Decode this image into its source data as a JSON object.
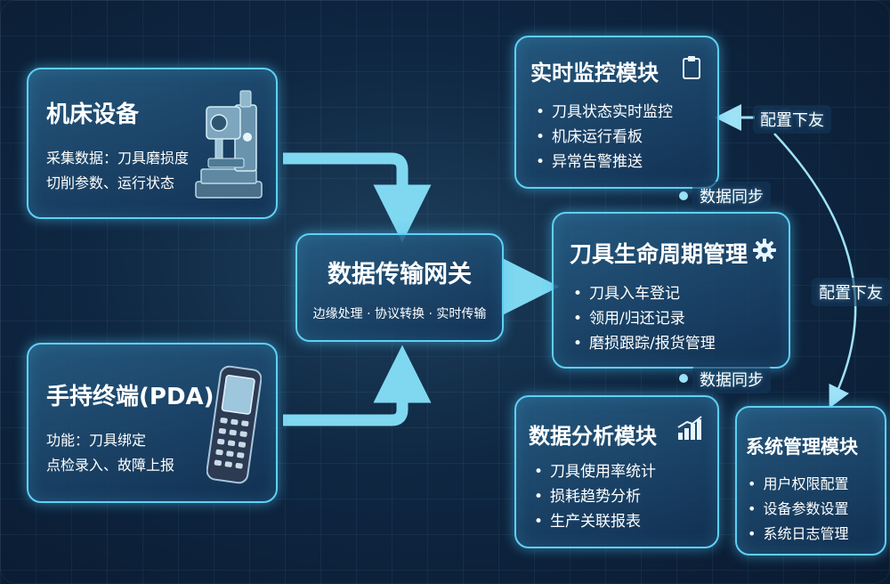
{
  "machine": {
    "title": "机床设备",
    "line1": "采集数据：刀具磨损度",
    "line2": "切削参数、运行状态"
  },
  "pda": {
    "title": "手持终端(PDA)",
    "line1": "功能：刀具绑定",
    "line2": "点检录入、故障上报"
  },
  "gateway": {
    "title": "数据传输网关",
    "subtitle": "边缘处理 · 协议转换 · 实时传输"
  },
  "monitor": {
    "title": "实时监控模块",
    "items": [
      "刀具状态实时监控",
      "机床运行看板",
      "异常告警推送"
    ]
  },
  "lifecycle": {
    "title": "刀具生命周期管理",
    "items": [
      "刀具入车登记",
      "领用/归还记录",
      "磨损跟踪/报货管理"
    ]
  },
  "analysis": {
    "title": "数据分析模块",
    "items": [
      "刀具使用率统计",
      "损耗趋势分析",
      "生产关联报表"
    ]
  },
  "system": {
    "title": "系统管理模块",
    "items": [
      "用户权限配置",
      "设备参数设置",
      "系统日志管理"
    ]
  },
  "labels": {
    "config_down_1": "配置下友",
    "config_down_2": "配置下友",
    "sync_1": "数据同步",
    "sync_2": "数据同步"
  },
  "colors": {
    "accent": "#5fd0f5",
    "arrow": "#7fd8f0",
    "background": "#0f2742"
  },
  "icons": [
    "machine-tool-icon",
    "pda-icon",
    "clipboard-icon",
    "gear-icon",
    "bar-chart-icon"
  ]
}
